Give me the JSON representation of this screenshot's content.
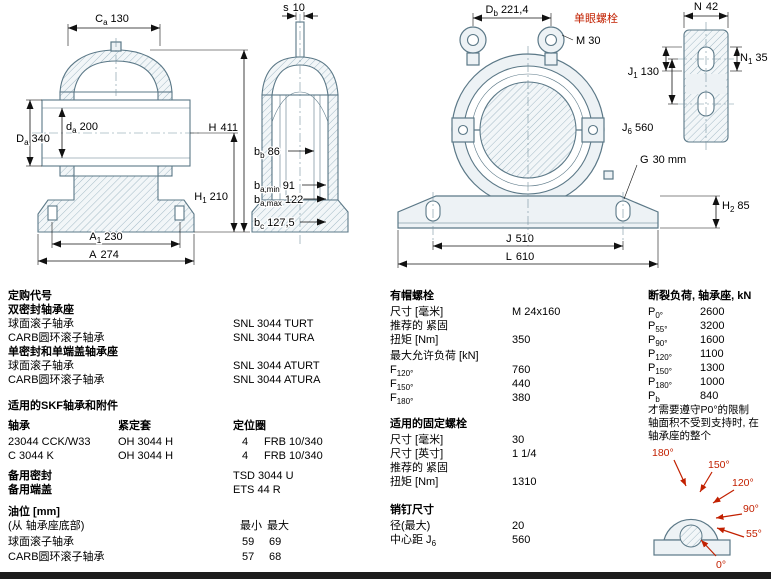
{
  "colors": {
    "drawing": "#5b7887",
    "hatch": "#a3bac6",
    "dim_text": "#000000",
    "link_red": "#c22000",
    "page_bg": "#ffffff"
  },
  "dims": {
    "Ca": {
      "n": "C",
      "s": "a",
      "v": "130"
    },
    "Da": {
      "n": "D",
      "s": "a",
      "v": "340"
    },
    "da": {
      "n": "d",
      "s": "a",
      "v": "200"
    },
    "H": {
      "n": "H",
      "v": "411"
    },
    "H1": {
      "n": "H",
      "s": "1",
      "v": "210"
    },
    "A1": {
      "n": "A",
      "s": "1",
      "v": "230"
    },
    "A": {
      "n": "A",
      "v": "274"
    },
    "s": {
      "n": "s",
      "v": "10"
    },
    "bb": {
      "n": "b",
      "s": "b",
      "v": "86"
    },
    "bamin": {
      "n": "b",
      "s": "a,min",
      "v": "91"
    },
    "bamax": {
      "n": "b",
      "s": "a,max",
      "v": "122"
    },
    "bc": {
      "n": "b",
      "s": "c",
      "v": "127,5"
    },
    "Db": {
      "n": "D",
      "s": "b",
      "v": "221,4"
    },
    "J": {
      "n": "J",
      "v": "510"
    },
    "L": {
      "n": "L",
      "v": "610"
    },
    "H2": {
      "n": "H",
      "s": "2",
      "v": "85"
    },
    "G": {
      "n": "G",
      "v": "30 mm"
    },
    "N": {
      "n": "N",
      "v": "42"
    },
    "N1": {
      "n": "N",
      "s": "1",
      "v": "35"
    },
    "J1": {
      "n": "J",
      "s": "1",
      "v": "130"
    },
    "J6": {
      "n": "J",
      "s": "6",
      "v": "560"
    }
  },
  "front": {
    "eyebolt_label": "单眼螺栓",
    "eyebolt_size": "M 30"
  },
  "left": {
    "title": "定购代号",
    "sec1_title": "双密封轴承座",
    "sec1_rows": [
      {
        "label": "球面滚子轴承",
        "value": "SNL 3044 TURT"
      },
      {
        "label": "CARB圆环滚子轴承",
        "value": "SNL 3044 TURA"
      }
    ],
    "sec2_title": "单密封和单端盖轴承座",
    "sec2_rows": [
      {
        "label": "球面滚子轴承",
        "value": "SNL 3044 ATURT"
      },
      {
        "label": "CARB圆环滚子轴承",
        "value": "SNL 3044 ATURA"
      }
    ],
    "bearings_title": "适用的SKF轴承和附件",
    "bearings_headers": {
      "c1": "轴承",
      "c2": "紧定套",
      "c3": "定位圈"
    },
    "bearings_rows": [
      {
        "c1": "23044 CCK/W33",
        "c2": "OH 3044 H",
        "qty": "4",
        "ref": "FRB 10/340"
      },
      {
        "c1": "C 3044 K",
        "c2": "OH 3044 H",
        "qty": "4",
        "ref": "FRB 10/340"
      }
    ],
    "spare_rows": [
      {
        "label": "备用密封",
        "value": "TSD 3044 U"
      },
      {
        "label": "备用端盖",
        "value": "ETS 44 R"
      }
    ],
    "oil_title": "油位 [mm]",
    "oil_note": "(从 轴承座底部)",
    "oil_headers": {
      "min": "最小",
      "max": "最大"
    },
    "oil_rows": [
      {
        "label": "球面滚子轴承",
        "min": "59",
        "max": "69"
      },
      {
        "label": "CARB圆环滚子轴承",
        "min": "57",
        "max": "68"
      }
    ]
  },
  "mid": {
    "cap_title": "有帽螺栓",
    "cap_rows": [
      {
        "label": "尺寸 [毫米]",
        "value": "M 24x160"
      },
      {
        "label": "推荐的 紧固",
        "value": ""
      },
      {
        "label": "扭矩 [Nm]",
        "value": "350"
      }
    ],
    "load_title": "最大允许负荷 [kN]",
    "load_rows": [
      {
        "n": "F",
        "s": "120°",
        "value": "760"
      },
      {
        "n": "F",
        "s": "150°",
        "value": "440"
      },
      {
        "n": "F",
        "s": "180°",
        "value": "380"
      }
    ],
    "attach_title": "适用的固定螺栓",
    "attach_rows": [
      {
        "label": "尺寸 [毫米]",
        "value": "30"
      },
      {
        "label": "尺寸 [英寸]",
        "value": "1 1/4"
      },
      {
        "label": "推荐的 紧固",
        "value": ""
      },
      {
        "label": "扭矩 [Nm]",
        "value": "1310"
      }
    ],
    "pin_title": "销钉尺寸",
    "pin_rows": [
      {
        "label": "径(最大)",
        "sub": "",
        "value": "20"
      },
      {
        "label": "中心距 J",
        "sub": "6",
        "value": "560"
      }
    ]
  },
  "right": {
    "break_title": "断裂负荷, 轴承座, kN",
    "p_rows": [
      {
        "n": "P",
        "s": "0°",
        "value": "2600"
      },
      {
        "n": "P",
        "s": "55°",
        "value": "3200"
      },
      {
        "n": "P",
        "s": "90°",
        "value": "1600"
      },
      {
        "n": "P",
        "s": "120°",
        "value": "1100"
      },
      {
        "n": "P",
        "s": "150°",
        "value": "1300"
      },
      {
        "n": "P",
        "s": "180°",
        "value": "1000"
      },
      {
        "n": "P",
        "s": "b",
        "value": "840"
      }
    ],
    "note_lines": [
      "才需要遵守P0°的限制",
      "轴面积不受到支持时, 在",
      "轴承座的整个"
    ],
    "angles": [
      "180°",
      "150°",
      "120°",
      "90°",
      "55°",
      "0°"
    ]
  }
}
